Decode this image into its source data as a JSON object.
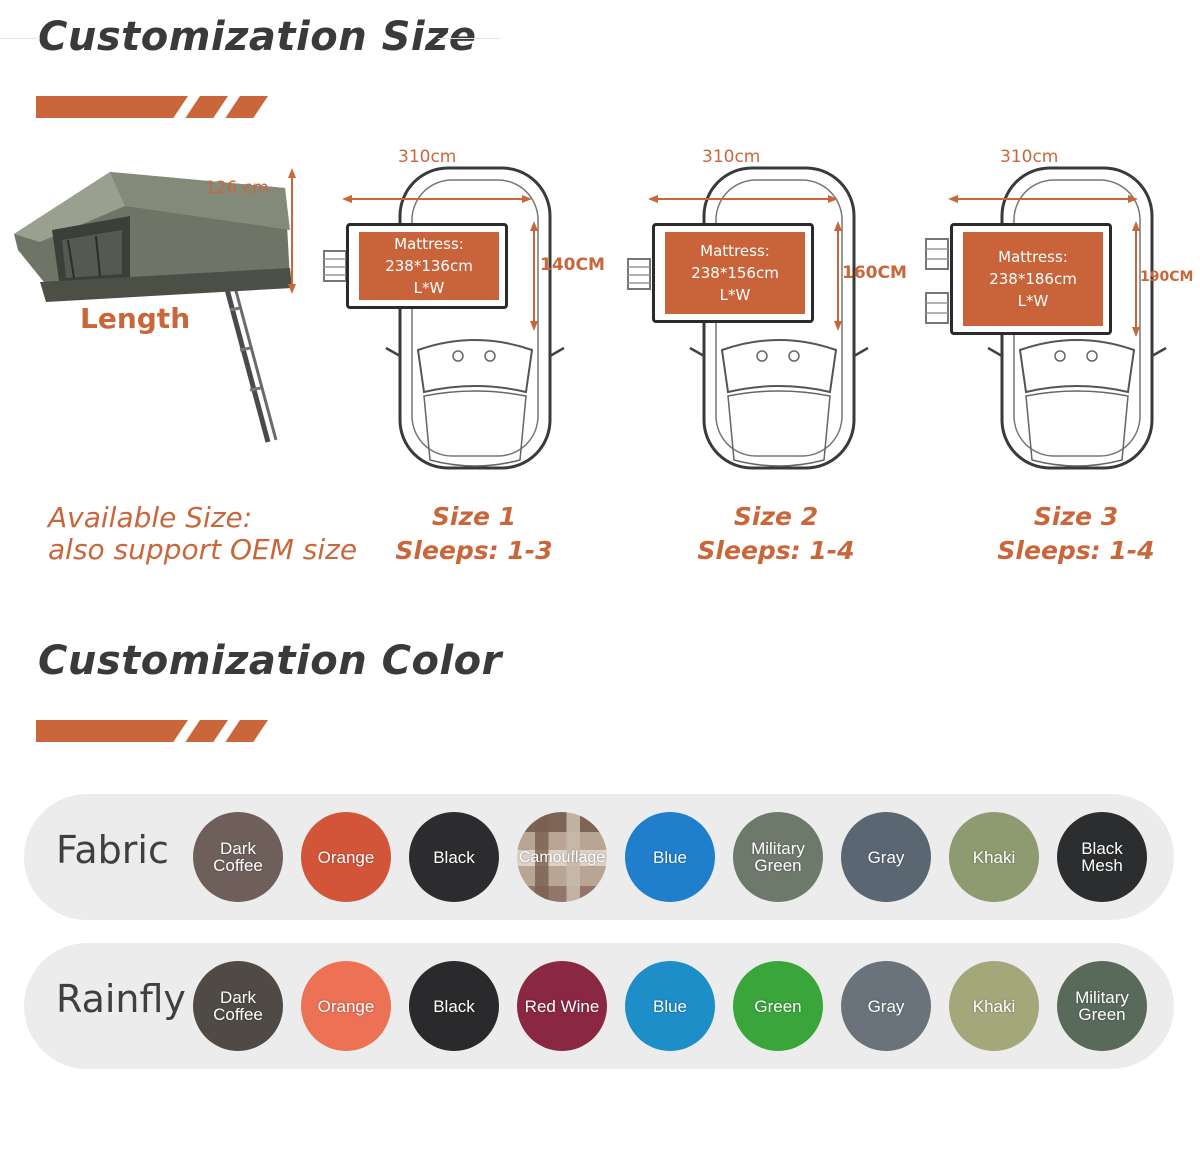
{
  "size_section": {
    "title": "Customization Size",
    "tent": {
      "height": "126 cm",
      "length_label": "Length"
    },
    "available": {
      "line1": "Available Size:",
      "line2": "also support OEM size"
    },
    "sizes": [
      {
        "width": "310cm",
        "mattress_line1": "Mattress:",
        "mattress_line2": "238*136cm",
        "mattress_line3": "L*W",
        "height": "140CM",
        "name": "Size 1",
        "sleeps": "Sleeps: 1-3"
      },
      {
        "width": "310cm",
        "mattress_line1": "Mattress:",
        "mattress_line2": "238*156cm",
        "mattress_line3": "L*W",
        "height": "160CM",
        "name": "Size 2",
        "sleeps": "Sleeps: 1-4"
      },
      {
        "width": "310cm",
        "mattress_line1": "Mattress:",
        "mattress_line2": "238*186cm",
        "mattress_line3": "L*W",
        "height": "190CM",
        "name": "Size 3",
        "sleeps": "Sleeps: 1-4"
      }
    ]
  },
  "color_section": {
    "title": "Customization Color",
    "fabric": {
      "label": "Fabric",
      "swatches": [
        {
          "name": "Dark\nCoffee",
          "color": "#6e5f5a"
        },
        {
          "name": "Orange",
          "color": "#d2553a"
        },
        {
          "name": "Black",
          "color": "#2c2c2e"
        },
        {
          "name": "Camouflage",
          "color": "#b8a594"
        },
        {
          "name": "Blue",
          "color": "#1f7fcd"
        },
        {
          "name": "Military\nGreen",
          "color": "#6d7a6b"
        },
        {
          "name": "Gray",
          "color": "#5b6673"
        },
        {
          "name": "Khaki",
          "color": "#8e9a70"
        },
        {
          "name": "Black\nMesh",
          "color": "#2b2d2f"
        }
      ]
    },
    "rainfly": {
      "label": "Rainfly",
      "swatches": [
        {
          "name": "Dark\nCoffee",
          "color": "#4f4b44"
        },
        {
          "name": "Orange",
          "color": "#ec7155"
        },
        {
          "name": "Black",
          "color": "#2a2a2c"
        },
        {
          "name": "Red Wine",
          "color": "#8a2742"
        },
        {
          "name": "Blue",
          "color": "#1d8ec8"
        },
        {
          "name": "Green",
          "color": "#3aa53b"
        },
        {
          "name": "Gray",
          "color": "#6a737c"
        },
        {
          "name": "Khaki",
          "color": "#a3a77a"
        },
        {
          "name": "Military\nGreen",
          "color": "#5a6a5a"
        }
      ]
    }
  },
  "colors": {
    "accent": "#c9663a",
    "title": "#3a3a3a",
    "row_bg": "#ececec"
  }
}
